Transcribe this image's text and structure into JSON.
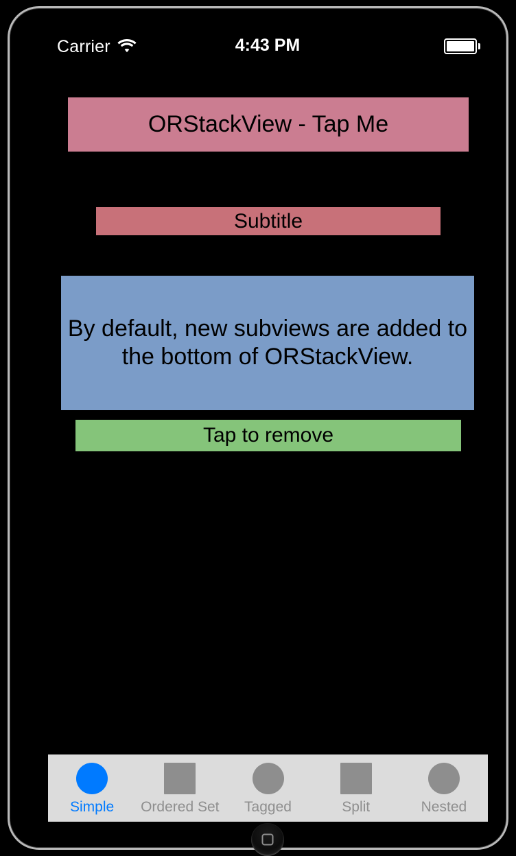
{
  "device": {
    "name": "iphone-simulator",
    "frame_color": "#b9b9b9",
    "screen_background": "#000000"
  },
  "status_bar": {
    "carrier": "Carrier",
    "wifi_icon": "wifi-icon",
    "time": "4:43 PM",
    "battery_icon": "battery-full-icon"
  },
  "stack_view": {
    "blocks": [
      {
        "key": "title",
        "label": "ORStackView - Tap Me",
        "color": "#cb7d91",
        "interactable": true
      },
      {
        "key": "subtitle",
        "label": "Subtitle",
        "color": "#c87179",
        "interactable": true
      },
      {
        "key": "body",
        "label": "By default, new subviews are added to the bottom of ORStackView.",
        "color": "#7b9cc8",
        "interactable": false
      },
      {
        "key": "remove",
        "label": "Tap to remove",
        "color": "#85c47a",
        "interactable": true
      }
    ]
  },
  "tab_bar": {
    "background": "#dcdcdc",
    "active_color": "#007aff",
    "inactive_color": "#8e8e8e",
    "items": [
      {
        "label": "Simple",
        "icon": "circle-icon",
        "shape": "circle",
        "active": true
      },
      {
        "label": "Ordered Set",
        "icon": "square-icon",
        "shape": "square",
        "active": false
      },
      {
        "label": "Tagged",
        "icon": "circle-icon",
        "shape": "circle",
        "active": false
      },
      {
        "label": "Split",
        "icon": "square-icon",
        "shape": "square",
        "active": false
      },
      {
        "label": "Nested",
        "icon": "circle-icon",
        "shape": "circle",
        "active": false
      }
    ]
  },
  "home_button": {
    "icon": "home-square-icon"
  }
}
